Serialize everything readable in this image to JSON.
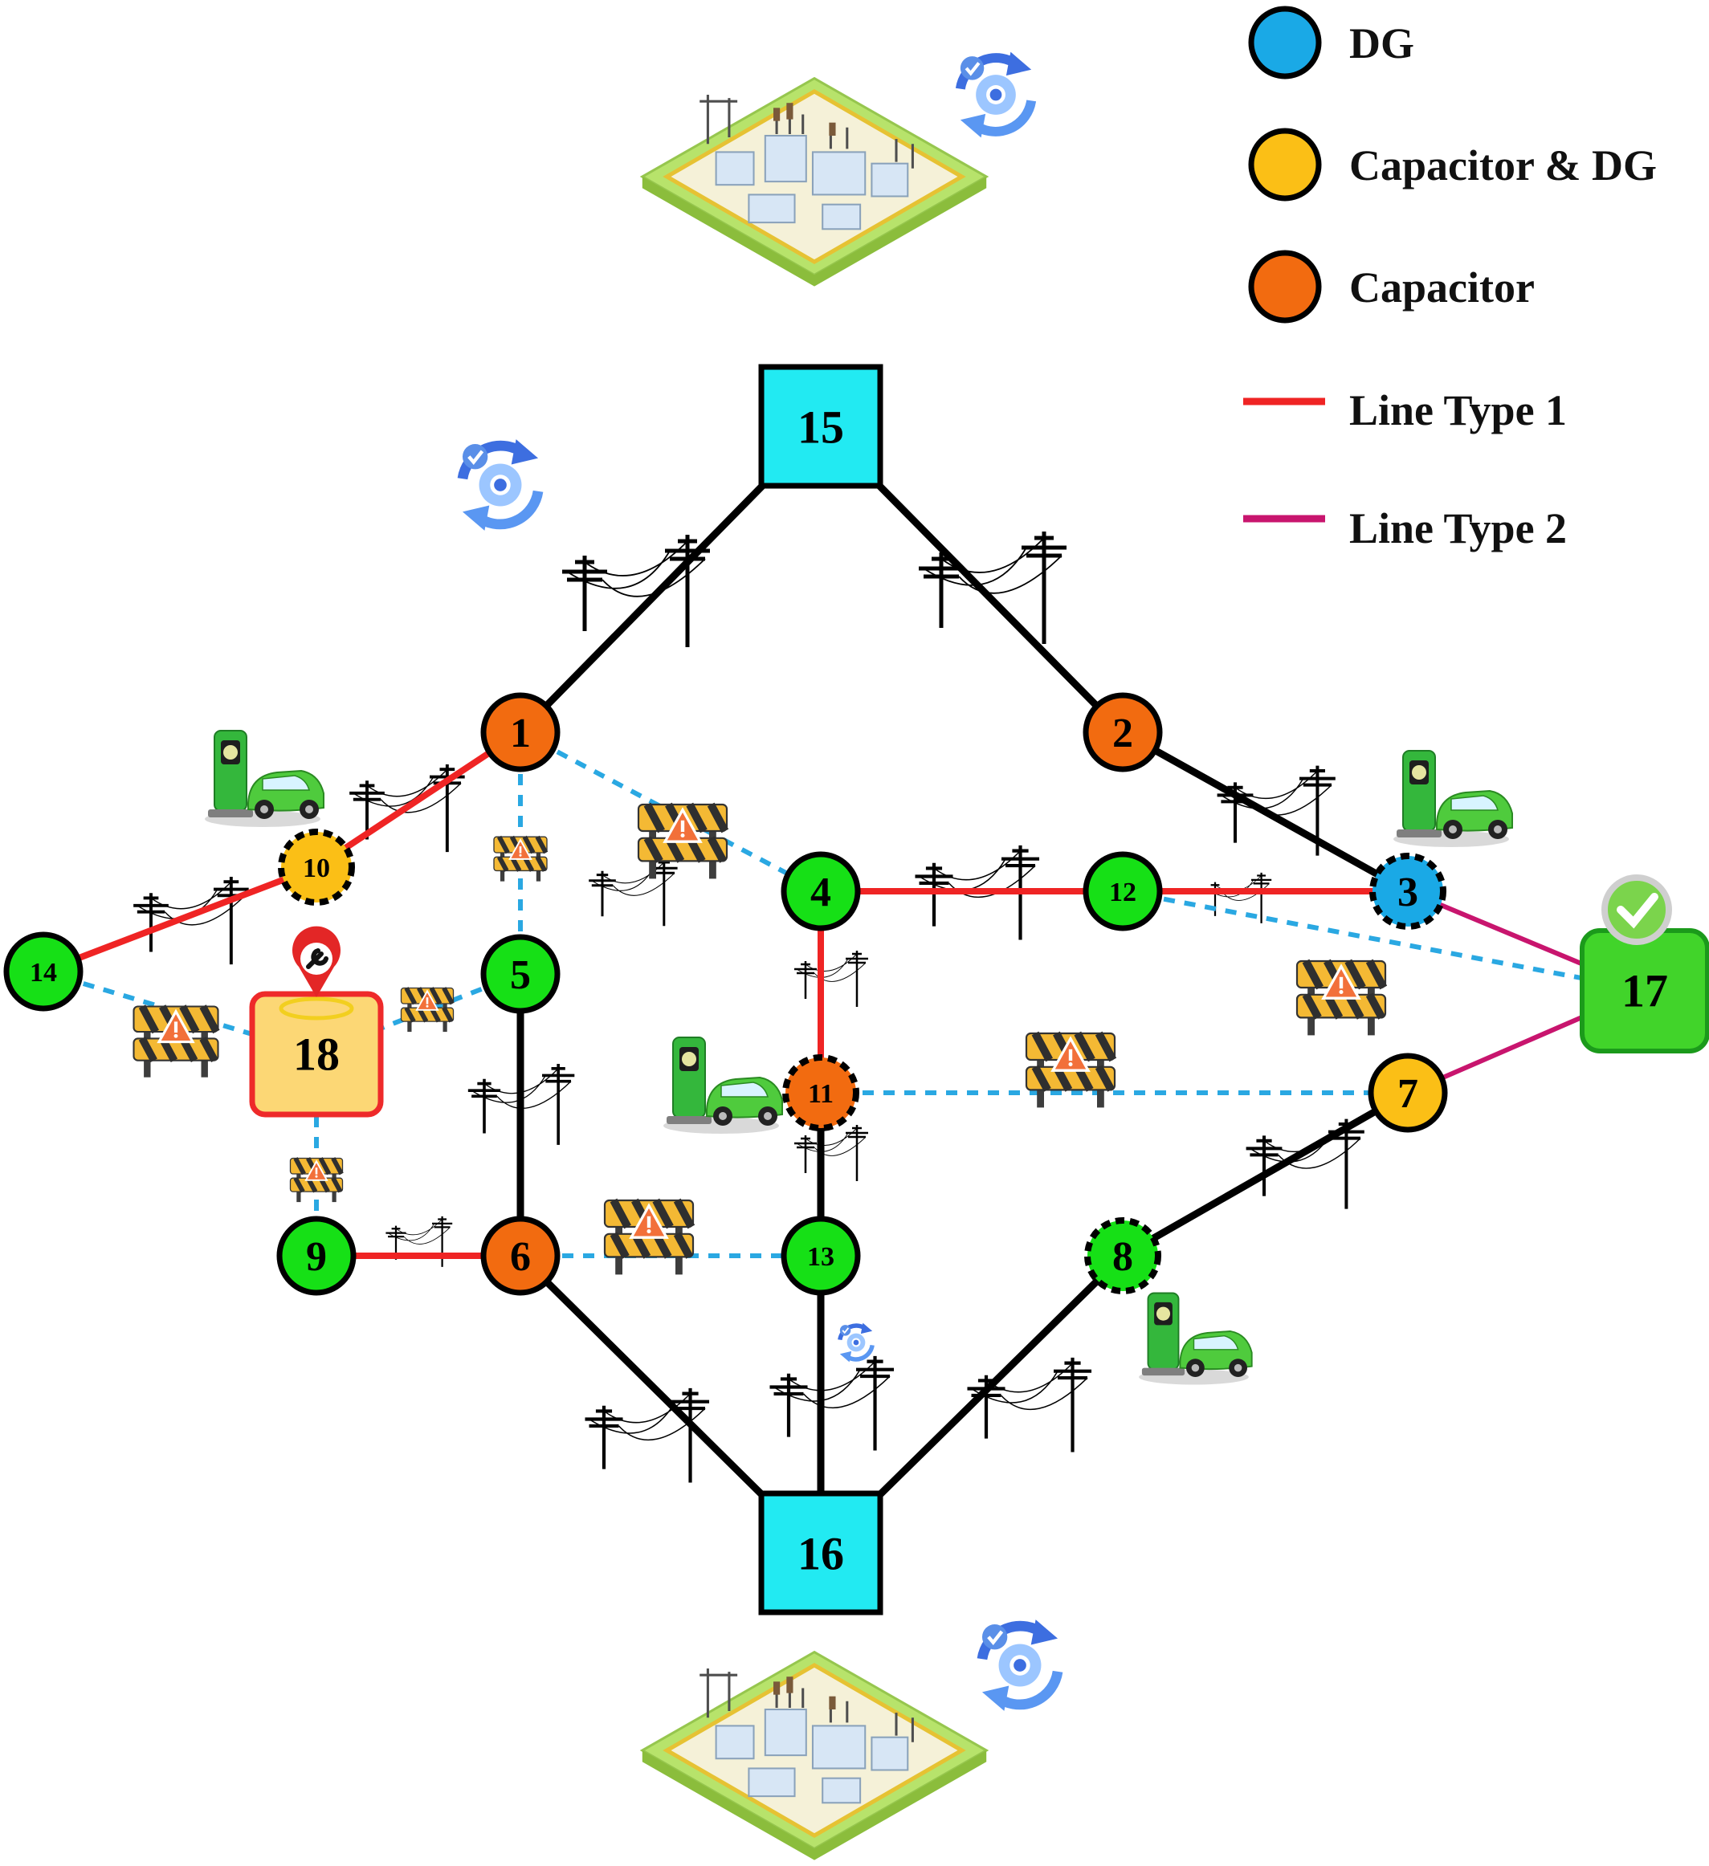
{
  "legend": {
    "items": [
      {
        "kind": "circle",
        "label": "DG",
        "color": "#1aa9e6"
      },
      {
        "kind": "circle",
        "label": "Capacitor & DG",
        "color": "#fbbf16"
      },
      {
        "kind": "circle",
        "label": "Capacitor",
        "color": "#f26b10"
      },
      {
        "kind": "line",
        "label": "Line Type 1",
        "color": "#ef2424"
      },
      {
        "kind": "line",
        "label": "Line Type 2",
        "color": "#c8156e"
      }
    ]
  },
  "nodes": [
    {
      "id": "1",
      "label": "1",
      "type": "capacitor",
      "dashed": false
    },
    {
      "id": "2",
      "label": "2",
      "type": "capacitor",
      "dashed": false
    },
    {
      "id": "3",
      "label": "3",
      "type": "dg",
      "dashed": true
    },
    {
      "id": "4",
      "label": "4",
      "type": "load",
      "dashed": false
    },
    {
      "id": "5",
      "label": "5",
      "type": "load",
      "dashed": false
    },
    {
      "id": "6",
      "label": "6",
      "type": "capacitor",
      "dashed": false
    },
    {
      "id": "7",
      "label": "7",
      "type": "capacitor_dg",
      "dashed": false
    },
    {
      "id": "8",
      "label": "8",
      "type": "load",
      "dashed": true
    },
    {
      "id": "9",
      "label": "9",
      "type": "load",
      "dashed": false
    },
    {
      "id": "10",
      "label": "10",
      "type": "capacitor_dg",
      "dashed": true
    },
    {
      "id": "11",
      "label": "11",
      "type": "capacitor",
      "dashed": true
    },
    {
      "id": "12",
      "label": "12",
      "type": "load",
      "dashed": false
    },
    {
      "id": "13",
      "label": "13",
      "type": "load",
      "dashed": false
    },
    {
      "id": "14",
      "label": "14",
      "type": "load",
      "dashed": false
    },
    {
      "id": "15",
      "label": "15",
      "type": "substation"
    },
    {
      "id": "16",
      "label": "16",
      "type": "substation"
    },
    {
      "id": "17",
      "label": "17",
      "type": "restored_depot"
    },
    {
      "id": "18",
      "label": "18",
      "type": "repair_depot"
    }
  ],
  "edges": [
    {
      "from": "15",
      "to": "1",
      "line": "black"
    },
    {
      "from": "15",
      "to": "2",
      "line": "black"
    },
    {
      "from": "2",
      "to": "3",
      "line": "black"
    },
    {
      "from": "1",
      "to": "10",
      "line": "type1"
    },
    {
      "from": "10",
      "to": "14",
      "line": "type1"
    },
    {
      "from": "4",
      "to": "12",
      "line": "type1"
    },
    {
      "from": "12",
      "to": "3",
      "line": "type1"
    },
    {
      "from": "3",
      "to": "17",
      "line": "type2"
    },
    {
      "from": "7",
      "to": "17",
      "line": "type2"
    },
    {
      "from": "4",
      "to": "11",
      "line": "type1"
    },
    {
      "from": "11",
      "to": "13",
      "line": "black"
    },
    {
      "from": "13",
      "to": "16",
      "line": "black"
    },
    {
      "from": "5",
      "to": "6",
      "line": "black"
    },
    {
      "from": "9",
      "to": "6",
      "line": "type1"
    },
    {
      "from": "6",
      "to": "16",
      "line": "black"
    },
    {
      "from": "8",
      "to": "16",
      "line": "black"
    },
    {
      "from": "7",
      "to": "8",
      "line": "black"
    },
    {
      "from": "1",
      "to": "4",
      "line": "open"
    },
    {
      "from": "1",
      "to": "5",
      "line": "open"
    },
    {
      "from": "12",
      "to": "17",
      "line": "open"
    },
    {
      "from": "11",
      "to": "7",
      "line": "open"
    },
    {
      "from": "14",
      "to": "18",
      "line": "open"
    },
    {
      "from": "5",
      "to": "18",
      "line": "open"
    },
    {
      "from": "18",
      "to": "9",
      "line": "open"
    },
    {
      "from": "6",
      "to": "13",
      "line": "open"
    }
  ],
  "colors": {
    "dg": "#1aa9e6",
    "capacitor_dg": "#fbbf16",
    "capacitor": "#f26b10",
    "load": "#16e016",
    "substation": "#22eaf2",
    "type1": "#ef2424",
    "type2": "#c8156e",
    "open": "#2aa8e2",
    "black": "#000000",
    "repair_depot": "#fcd775",
    "repair_border": "#ee2a2a",
    "restored_depot": "#41d42a"
  }
}
